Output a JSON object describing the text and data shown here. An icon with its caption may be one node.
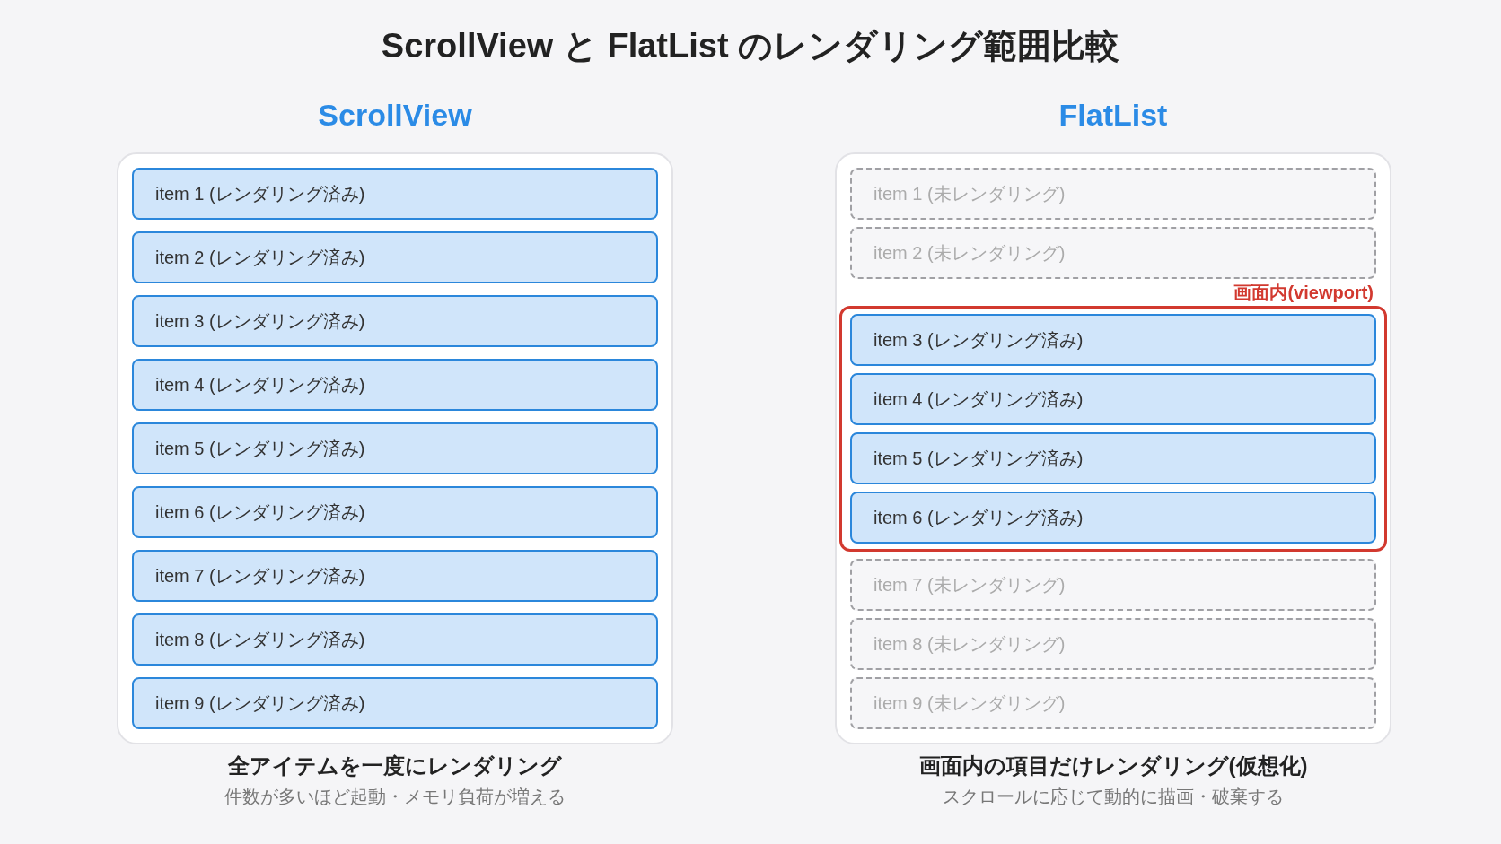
{
  "diagram": {
    "title": "ScrollView と FlatList のレンダリング範囲比較",
    "nodes": [
      {
        "text": [
          "ScrollView"
        ],
        "beside": [
          "全アイテムを一度にレンダリング",
          "件数が多いほど起動・メモリ負荷が増える"
        ]
      },
      {
        "text": [
          "item 1 (レンダリング済み)"
        ],
        "in": 0
      },
      {
        "text": [
          "item 2 (レンダリング済み)"
        ],
        "in": 0
      },
      {
        "text": [
          "item 3 (レンダリング済み)"
        ],
        "in": 0
      },
      {
        "text": [
          "item 4 (レンダリング済み)"
        ],
        "in": 0
      },
      {
        "text": [
          "item 5 (レンダリング済み)"
        ],
        "in": 0
      },
      {
        "text": [
          "item 6 (レンダリング済み)"
        ],
        "in": 0
      },
      {
        "text": [
          "item 7 (レンダリング済み)"
        ],
        "in": 0
      },
      {
        "text": [
          "item 8 (レンダリング済み)"
        ],
        "in": 0
      },
      {
        "text": [
          "item 9 (レンダリング済み)"
        ],
        "in": 0
      },
      {
        "text": [
          "FlatList"
        ],
        "beside": [
          "画面内の項目だけレンダリング(仮想化)",
          "スクロールに応じて動的に描画・破棄する"
        ]
      },
      {
        "text": [
          "item 1 (未レンダリング)"
        ],
        "in": 10
      },
      {
        "text": [
          "item 2 (未レンダリング)"
        ],
        "in": 10
      },
      {
        "text": [
          "画面内(viewport)"
        ],
        "in": 10
      },
      {
        "text": [
          "item 3 (レンダリング済み)"
        ],
        "in": 13
      },
      {
        "text": [
          "item 4 (レンダリング済み)"
        ],
        "in": 13
      },
      {
        "text": [
          "item 5 (レンダリング済み)"
        ],
        "in": 13
      },
      {
        "text": [
          "item 6 (レンダリング済み)"
        ],
        "in": 13
      },
      {
        "text": [
          "item 7 (未レンダリング)"
        ],
        "in": 10
      },
      {
        "text": [
          "item 8 (未レンダリング)"
        ],
        "in": 10
      },
      {
        "text": [
          "item 9 (未レンダリング)"
        ],
        "in": 10
      }
    ]
  }
}
